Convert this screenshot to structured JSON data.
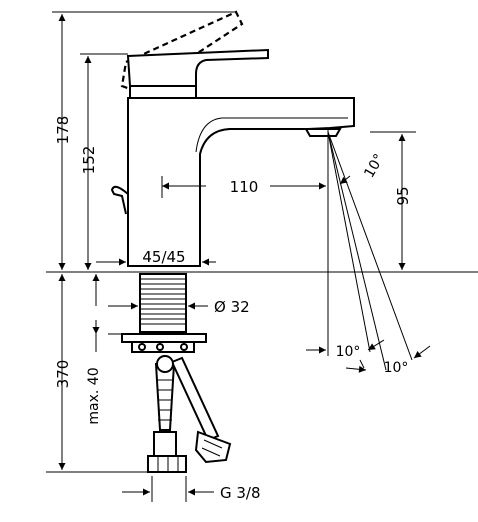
{
  "dimensions": {
    "total_height": "178",
    "spout_height": "152",
    "reach": "110",
    "spray_angle_top": "10°",
    "outlet_height": "95",
    "body_width": "45/45",
    "hole_diameter": "Ø 32",
    "spray_angle_1": "10°",
    "spray_angle_2": "10°",
    "hose_length": "370",
    "max_thickness": "max. 40",
    "connection": "G 3/8"
  }
}
